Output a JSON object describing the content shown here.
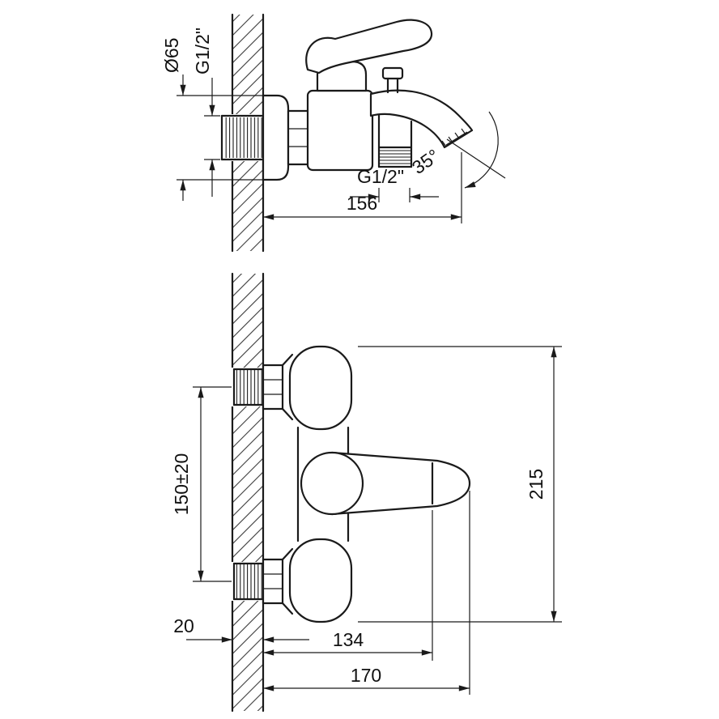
{
  "canvas": {
    "background": "#ffffff",
    "ink": "#1a1a1a"
  },
  "views": {
    "side": {
      "dims": {
        "escutcheon_diameter": "Ø65",
        "wall_thread": "G1/2\"",
        "reach": "156",
        "outlet_thread": "G1/2\"",
        "spout_angle": "35°"
      }
    },
    "front": {
      "dims": {
        "inlet_spacing": "150±20",
        "overall_width": "215",
        "wall_thickness": "20",
        "depth_to_body": "134",
        "overall_depth": "170"
      }
    }
  }
}
